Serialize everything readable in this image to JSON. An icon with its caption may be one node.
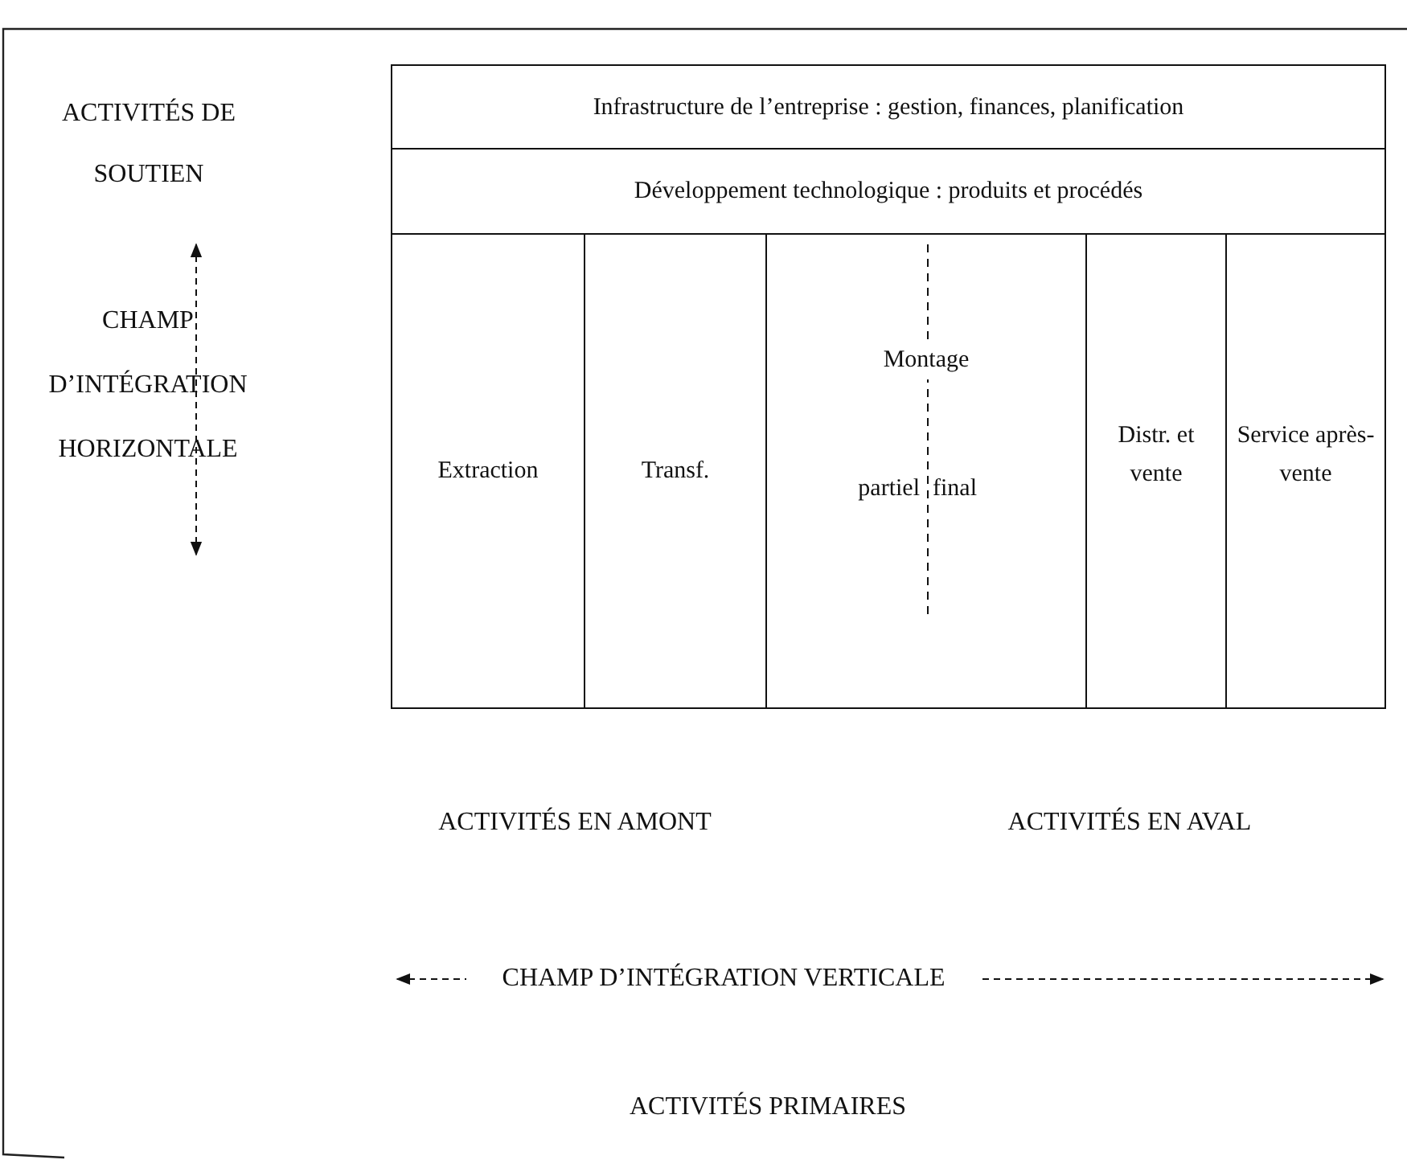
{
  "diagram": {
    "nodes": [
      {
        "text": [
          "Infrastructure de l’entreprise : gestion, finances, planification"
        ]
      },
      {
        "text": [
          "Développement technologique : produits et procédés"
        ]
      },
      {
        "text": [
          "Extraction"
        ]
      },
      {
        "text": [
          "Transf."
        ]
      },
      {
        "text": [
          "Montage",
          "partiel",
          "final"
        ]
      },
      {
        "text": [
          "Distr. et vente"
        ]
      },
      {
        "text": [
          "Service après-vente"
        ]
      }
    ],
    "edges": [],
    "labels": [
      "ACTIVITÉS DE SOUTIEN",
      "CHAMP D’INTÉGRATION HORIZONTALE",
      "ACTIVITÉS EN AMONT",
      "ACTIVITÉS EN AVAL",
      "CHAMP D’INTÉGRATION VERTICALE",
      "ACTIVITÉS PRIMAIRES"
    ]
  }
}
